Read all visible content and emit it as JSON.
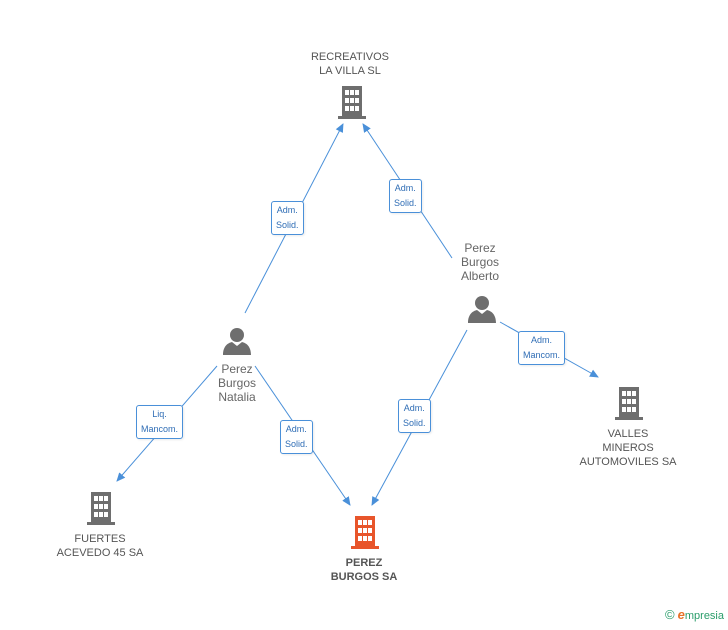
{
  "colors": {
    "edge": "#4a90d9",
    "building": "#6e6e6e",
    "building_main": "#e8552b",
    "person": "#6e6e6e"
  },
  "nodes": {
    "recreativos": {
      "line1": "RECREATIVOS",
      "line2": "LA VILLA SL",
      "icon": "building-icon"
    },
    "natalia": {
      "line1": "Perez",
      "line2": "Burgos",
      "line3": "Natalia",
      "icon": "person-icon"
    },
    "alberto": {
      "line1": "Perez",
      "line2": "Burgos",
      "line3": "Alberto",
      "icon": "person-icon"
    },
    "fuertes": {
      "line1": "FUERTES",
      "line2": "ACEVEDO 45 SA",
      "icon": "building-icon"
    },
    "perez_burgos_sa": {
      "line1": "PEREZ",
      "line2": "BURGOS SA",
      "icon": "building-icon"
    },
    "valles": {
      "line1": "VALLES",
      "line2": "MINEROS",
      "line3": "AUTOMOVILES SA",
      "icon": "building-icon"
    }
  },
  "edges": {
    "natalia_recreativos": {
      "line1": "Adm.",
      "line2": "Solid."
    },
    "alberto_recreativos": {
      "line1": "Adm.",
      "line2": "Solid."
    },
    "natalia_fuertes": {
      "line1": "Liq.",
      "line2": "Mancom."
    },
    "natalia_perez": {
      "line1": "Adm.",
      "line2": "Solid."
    },
    "alberto_perez": {
      "line1": "Adm.",
      "line2": "Solid."
    },
    "alberto_valles": {
      "line1": "Adm.",
      "line2": "Mancom."
    }
  },
  "brand": {
    "copyright": "©",
    "initial": "e",
    "rest": "mpresia"
  }
}
